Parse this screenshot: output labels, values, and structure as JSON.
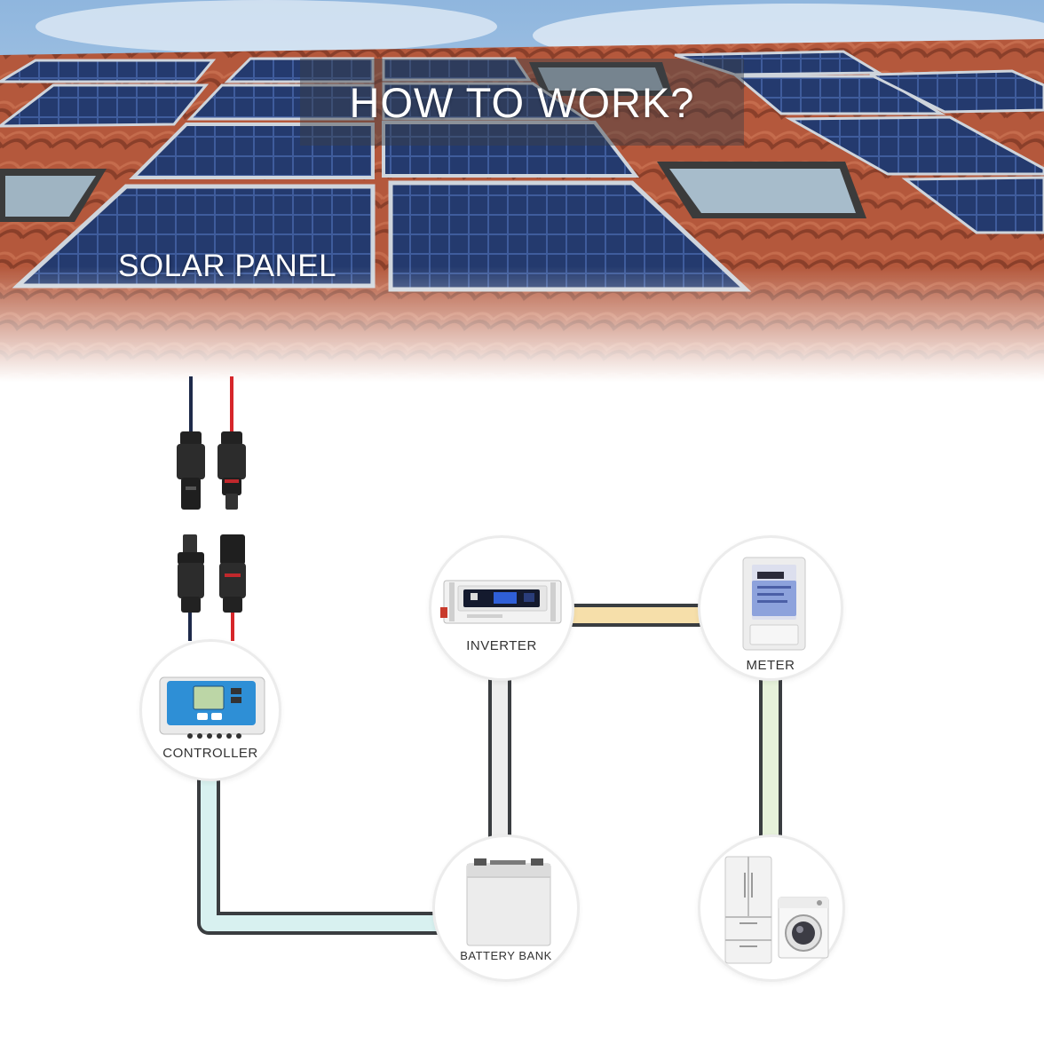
{
  "header": {
    "title": "HOW TO WORK?",
    "panel_label": "SOLAR PANEL"
  },
  "nodes": {
    "controller": {
      "label": "CONTROLLER",
      "icon": "charge-controller-icon"
    },
    "inverter": {
      "label": "INVERTER",
      "icon": "inverter-icon"
    },
    "meter": {
      "label": "METER",
      "icon": "electric-meter-icon"
    },
    "battery": {
      "label": "BATTERY BANK",
      "icon": "battery-icon"
    },
    "appliances": {
      "label": "",
      "icon": "home-appliances-icon"
    }
  },
  "colors": {
    "roof_tile": "#b4583c",
    "panel_blue": "#23386a",
    "wire_negative": "#1e2a4a",
    "wire_positive": "#d6262a",
    "cable_controller_battery": "#d8f1f0",
    "cable_inverter_battery": "#eeeeee",
    "cable_inverter_meter": "#f6dfaa",
    "cable_meter_appliances": "#e6f1da",
    "cable_outline": "#3a3d40"
  }
}
